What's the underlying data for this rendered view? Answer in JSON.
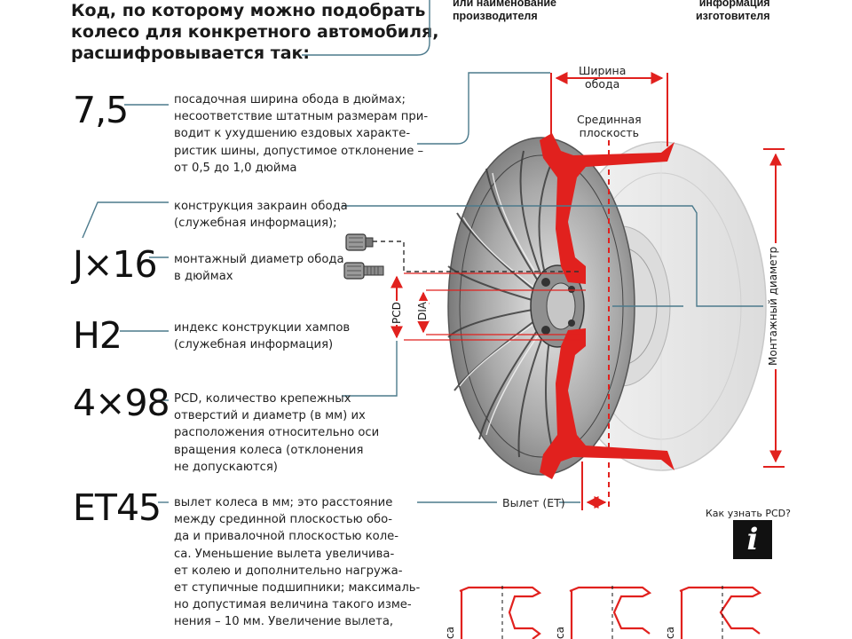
{
  "header": {
    "lines": [
      "Код, по которому можно подобрать",
      "колесо для конкретного автомобиля,",
      "расшифровывается так:"
    ]
  },
  "top_labels": {
    "left": [
      "или наименование",
      "производителя"
    ],
    "right": [
      "информация",
      "изготовителя"
    ]
  },
  "codes": [
    {
      "code": "7,5",
      "desc": [
        "посадочная ширина обода в дюймах;",
        "несоответствие штатным размерам при-",
        "водит к ухудшению ездовых характе-",
        "ристик шины, допустимое отклонение –",
        "от 0,5 до 1,0 дюйма"
      ]
    },
    {
      "code": "J×16",
      "desc_a": [
        "конструкция закраин обода",
        "(служебная информация);"
      ],
      "desc_b": [
        "монтажный диаметр обода",
        "в дюймах"
      ]
    },
    {
      "code": "H2",
      "desc": [
        "индекс конструкции хампов",
        "(служебная информация)"
      ]
    },
    {
      "code": "4×98",
      "desc": [
        "PCD, количество крепежных",
        "отверстий и диаметр (в мм) их",
        "расположения относительно оси",
        "вращения колеса (отклонения",
        "не допускаются)"
      ]
    },
    {
      "code": "ET45",
      "desc": [
        "вылет колеса в мм; это расстояние",
        "между срединной плоскостью обо-",
        "да и привалочной плоскостью коле-",
        "са. Уменьшение вылета увеличива-",
        "ет колею и дополнительно нагружа-",
        "ет ступичные подшипники; максималь-",
        "но допустимая величина такого изме-",
        "нения – 10 мм. Увеличение вылета,"
      ]
    }
  ],
  "diagram_labels": {
    "rim_width": [
      "Ширина",
      "обода"
    ],
    "center_plane": [
      "Срединная",
      "плоскость"
    ],
    "mount_diameter": "Монтажный диаметр",
    "pcd": "PCD",
    "dia": "DIA",
    "offset": "Вылет (ET)",
    "how_pcd": "Как узнать PCD?",
    "info_icon_glyph": "i",
    "bottom_partial": [
      "са",
      "са",
      "са"
    ]
  },
  "colors": {
    "accent_red": "#e1211e",
    "leader_blue": "#4c7a8c"
  }
}
